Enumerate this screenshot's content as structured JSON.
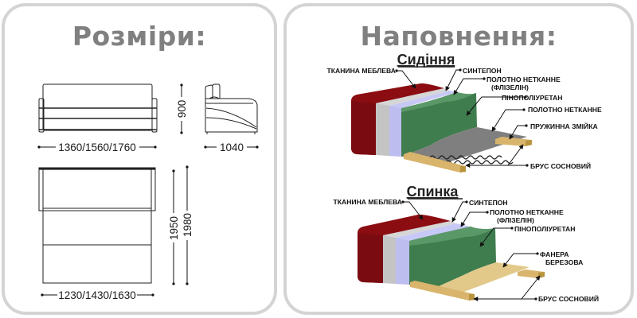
{
  "sizes_panel": {
    "title": "Розміри:",
    "front_view": {
      "width_label": "1360/1560/1760",
      "height_label": "900"
    },
    "side_view": {
      "depth_label": "1040"
    },
    "top_view": {
      "width_label": "1230/1430/1630",
      "length_label_inner": "1950",
      "length_label_outer": "1980"
    }
  },
  "filling_panel": {
    "title": "Наповнення:",
    "seat": {
      "title": "Сидіння",
      "labels": {
        "fabric": "ТКАНИНА МЕБЛЕВА",
        "sintepon": "СИНТЕПОН",
        "nonwoven_line1": "ПОЛОТНО НЕТКАННЕ",
        "nonwoven_line2": "(ФЛІЗЕЛІН)",
        "foam": "ПІНОПОЛІУРЕТАН",
        "nonwoven2": "ПОЛОТНО НЕТКАННЕ",
        "spring": "ПРУЖИННА ЗМІЙКА",
        "pine_beam": "БРУС СОСНОВИЙ"
      }
    },
    "back": {
      "title": "Спинка",
      "labels": {
        "fabric": "ТКАНИНА МЕБЛЕВА",
        "sintepon": "СИНТЕПОН",
        "nonwoven_line1": "ПОЛОТНО НЕТКАННЕ",
        "nonwoven_line2": "(ФЛІЗЕЛІН)",
        "foam": "ПІНОПОЛІУРЕТАН",
        "plywood_line1": "ФАНЕРА",
        "plywood_line2": "БЕРЕЗОВА",
        "pine_beam": "БРУС СОСНОВИЙ"
      }
    },
    "layer_colors": {
      "fabric": "#8b0d12",
      "sintepon": "#d4d4d4",
      "nonwoven": "#c8c8f6",
      "foam": "#3f7d4e",
      "mesh": "#808080",
      "wood": "#d8b46c"
    }
  }
}
